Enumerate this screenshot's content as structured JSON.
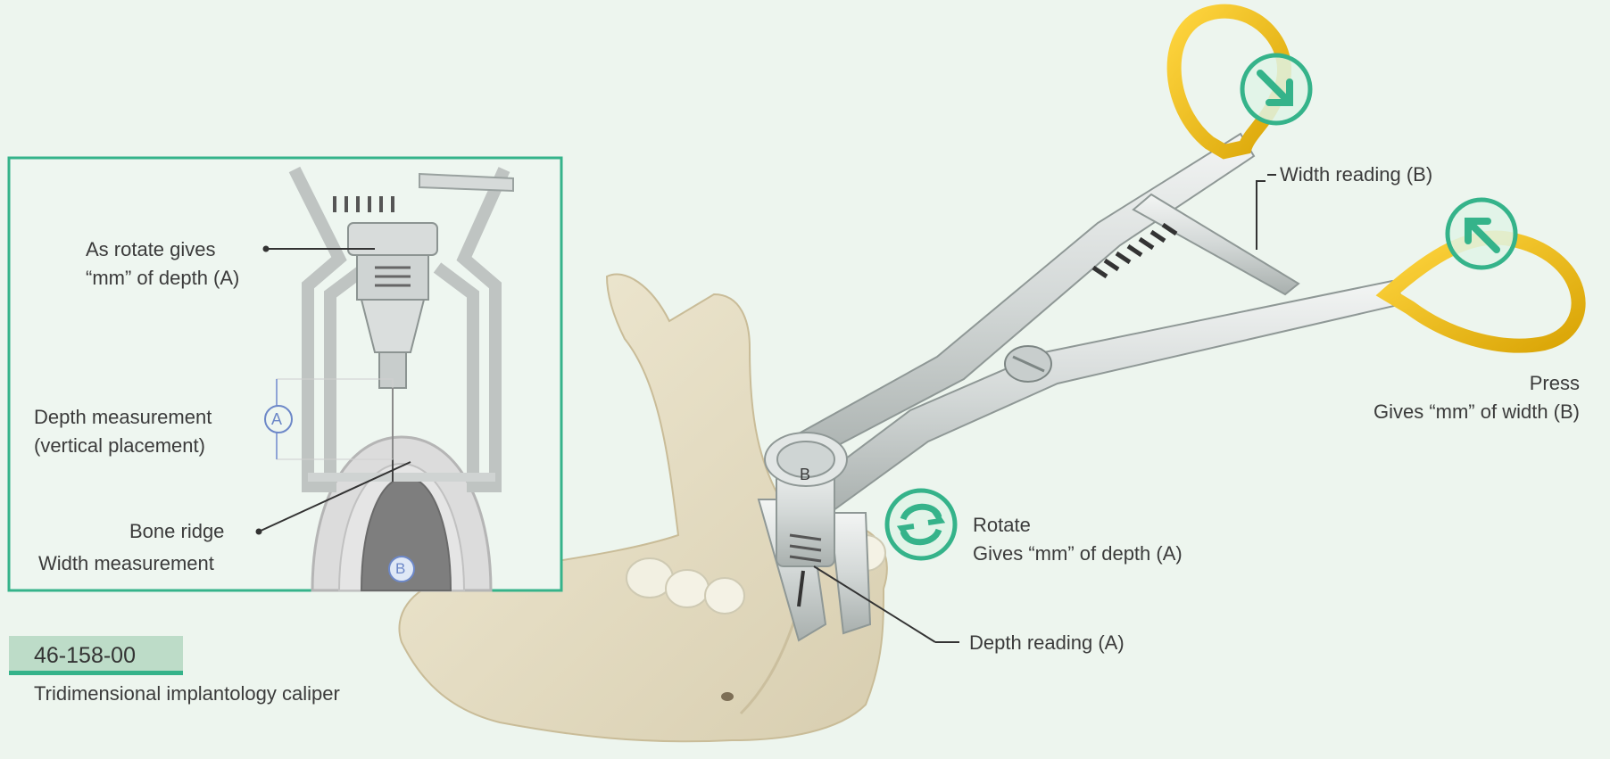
{
  "part_number": "46-158-00",
  "product_name": "Tridimensional implantology caliper",
  "callouts": {
    "width_reading": "Width reading (B)",
    "press": "Press",
    "press_detail": "Gives “mm” of width (B)",
    "rotate": "Rotate",
    "rotate_detail": "Gives “mm” of depth (A)",
    "depth_reading": "Depth reading (A)"
  },
  "inset": {
    "rotate_line1": "As rotate gives",
    "rotate_line2": "“mm” of depth (A)",
    "depth_line1": "Depth measurement",
    "depth_line2": "(vertical placement)",
    "bone_ridge": "Bone ridge",
    "width_measurement": "Width measurement",
    "marker_a": "A",
    "marker_b": "B"
  },
  "dial_marker": "B",
  "colors": {
    "background": "#edf5ee",
    "accent": "#35b38a",
    "handle": "#f2c21b",
    "metal": "#d6dad9",
    "bone": "#e8e0c6"
  },
  "icons": [
    "press-arrow-icon",
    "rotate-arrow-icon"
  ]
}
